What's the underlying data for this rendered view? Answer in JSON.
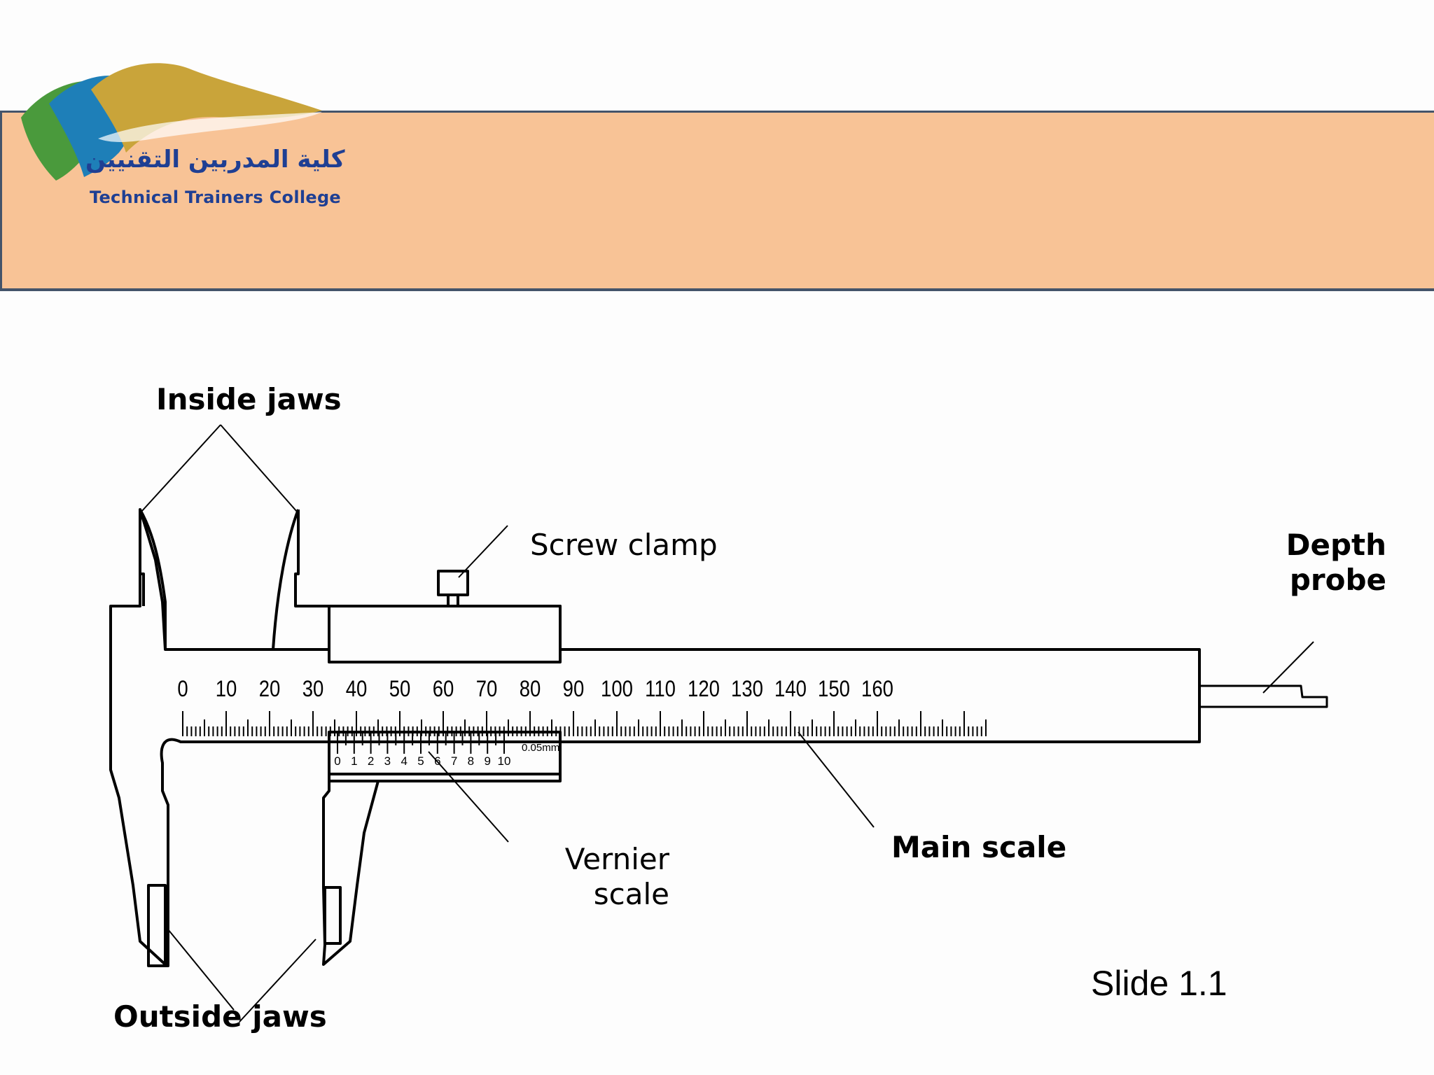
{
  "colors": {
    "header_fill": "#f8c396",
    "header_border": "#44546a",
    "logo_text": "#1f3f93",
    "logo_green": "#4a9a3c",
    "logo_blue": "#1e7fb8",
    "logo_gold": "#c9a43a",
    "line": "#000000"
  },
  "logo": {
    "arabic_name": "كلية المدربين التقنيين",
    "english_name": "Technical Trainers College"
  },
  "labels": {
    "inside_jaws": "Inside jaws",
    "screw_clamp": "Screw clamp",
    "depth_probe": [
      "Depth",
      "probe"
    ],
    "vernier_scale": [
      "Vernier",
      "scale"
    ],
    "main_scale": "Main scale",
    "outside_jaws": "Outside jaws"
  },
  "main_scale_numbers": [
    "0",
    "10",
    "20",
    "30",
    "40",
    "50",
    "60",
    "70",
    "80",
    "90",
    "100",
    "110",
    "120",
    "130",
    "140",
    "150",
    "160"
  ],
  "vernier_numbers": [
    "0",
    "1",
    "2",
    "3",
    "4",
    "5",
    "6",
    "7",
    "8",
    "9",
    "10"
  ],
  "vernier_unit": "0.05mm",
  "slide_number": "Slide 1.1"
}
